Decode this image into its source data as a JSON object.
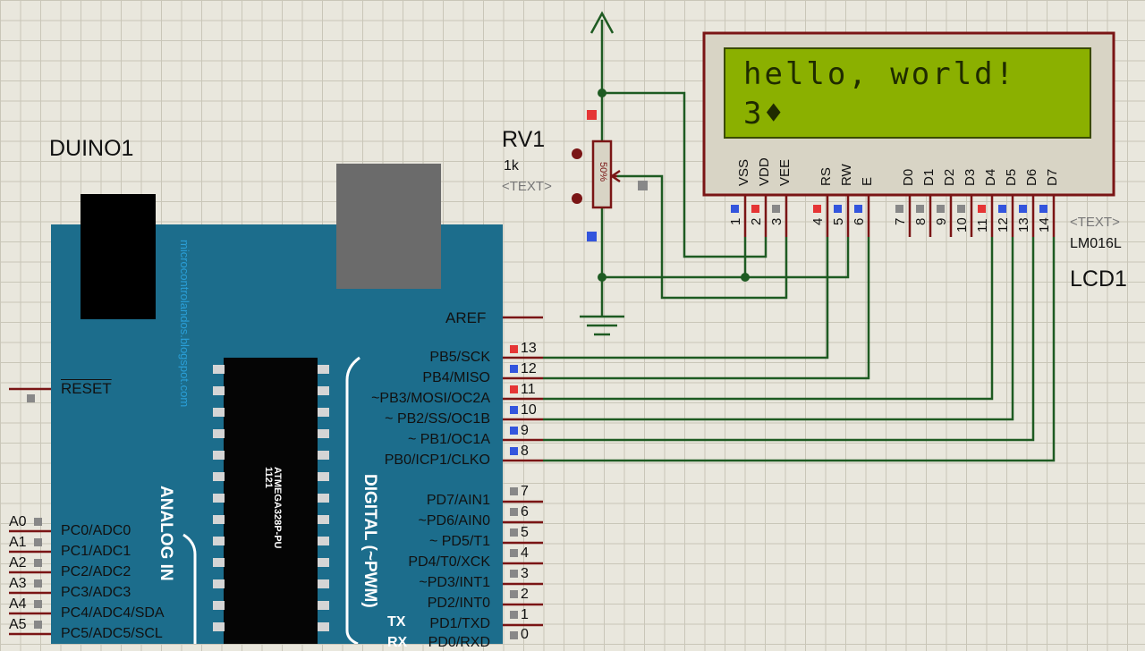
{
  "arduino": {
    "name": "DUINO1",
    "chip": "ATMEGA328P-PU",
    "chip_code": "1121",
    "watermark": "microcontrolandos.blogspot.com",
    "reset_label": "RESET",
    "aref_label": "AREF",
    "analog_group": "ANALOG IN",
    "digital_group": "DIGITAL (~PWM)",
    "tx": "TX",
    "rx": "RX",
    "digital_pins": [
      {
        "label": "PB5/SCK",
        "num": "13"
      },
      {
        "label": "PB4/MISO",
        "num": "12"
      },
      {
        "label": "~PB3/MOSI/OC2A",
        "num": "11"
      },
      {
        "label": "~ PB2/SS/OC1B",
        "num": "10"
      },
      {
        "label": "~ PB1/OC1A",
        "num": "9"
      },
      {
        "label": "PB0/ICP1/CLKO",
        "num": "8"
      },
      {
        "label": "PD7/AIN1",
        "num": "7"
      },
      {
        "label": "~PD6/AIN0",
        "num": "6"
      },
      {
        "label": "~     PD5/T1",
        "num": "5"
      },
      {
        "label": "PD4/T0/XCK",
        "num": "4"
      },
      {
        "label": "~PD3/INT1",
        "num": "3"
      },
      {
        "label": "PD2/INT0",
        "num": "2"
      },
      {
        "label": "PD1/TXD",
        "num": "1"
      },
      {
        "label": "PD0/RXD",
        "num": "0"
      }
    ],
    "analog_pins": [
      {
        "ext": "A0",
        "label": "PC0/ADC0"
      },
      {
        "ext": "A1",
        "label": "PC1/ADC1"
      },
      {
        "ext": "A2",
        "label": "PC2/ADC2"
      },
      {
        "ext": "A3",
        "label": "PC3/ADC3"
      },
      {
        "ext": "A4",
        "label": "PC4/ADC4/SDA"
      },
      {
        "ext": "A5",
        "label": "PC5/ADC5/SCL"
      }
    ]
  },
  "pot": {
    "name": "RV1",
    "value": "1k",
    "text": "<TEXT>",
    "percent": "50%"
  },
  "lcd": {
    "name": "LCD1",
    "model": "LM016L",
    "text": "<TEXT>",
    "line1": "hello, world!",
    "line2": "3",
    "pins": [
      {
        "name": "VSS",
        "num": "1"
      },
      {
        "name": "VDD",
        "num": "2"
      },
      {
        "name": "VEE",
        "num": "3"
      },
      {
        "name": "RS",
        "num": "4"
      },
      {
        "name": "RW",
        "num": "5"
      },
      {
        "name": "E",
        "num": "6"
      },
      {
        "name": "D0",
        "num": "7"
      },
      {
        "name": "D1",
        "num": "8"
      },
      {
        "name": "D2",
        "num": "9"
      },
      {
        "name": "D3",
        "num": "10"
      },
      {
        "name": "D4",
        "num": "11"
      },
      {
        "name": "D5",
        "num": "12"
      },
      {
        "name": "D6",
        "num": "13"
      },
      {
        "name": "D7",
        "num": "14"
      }
    ]
  },
  "colors": {
    "board": "#1c6d8c",
    "wire": "#1e5b22",
    "pin": "#7a1515",
    "lcd_bg": "#8bb000",
    "pin_high": "#e53535",
    "pin_low": "#3355dd"
  }
}
